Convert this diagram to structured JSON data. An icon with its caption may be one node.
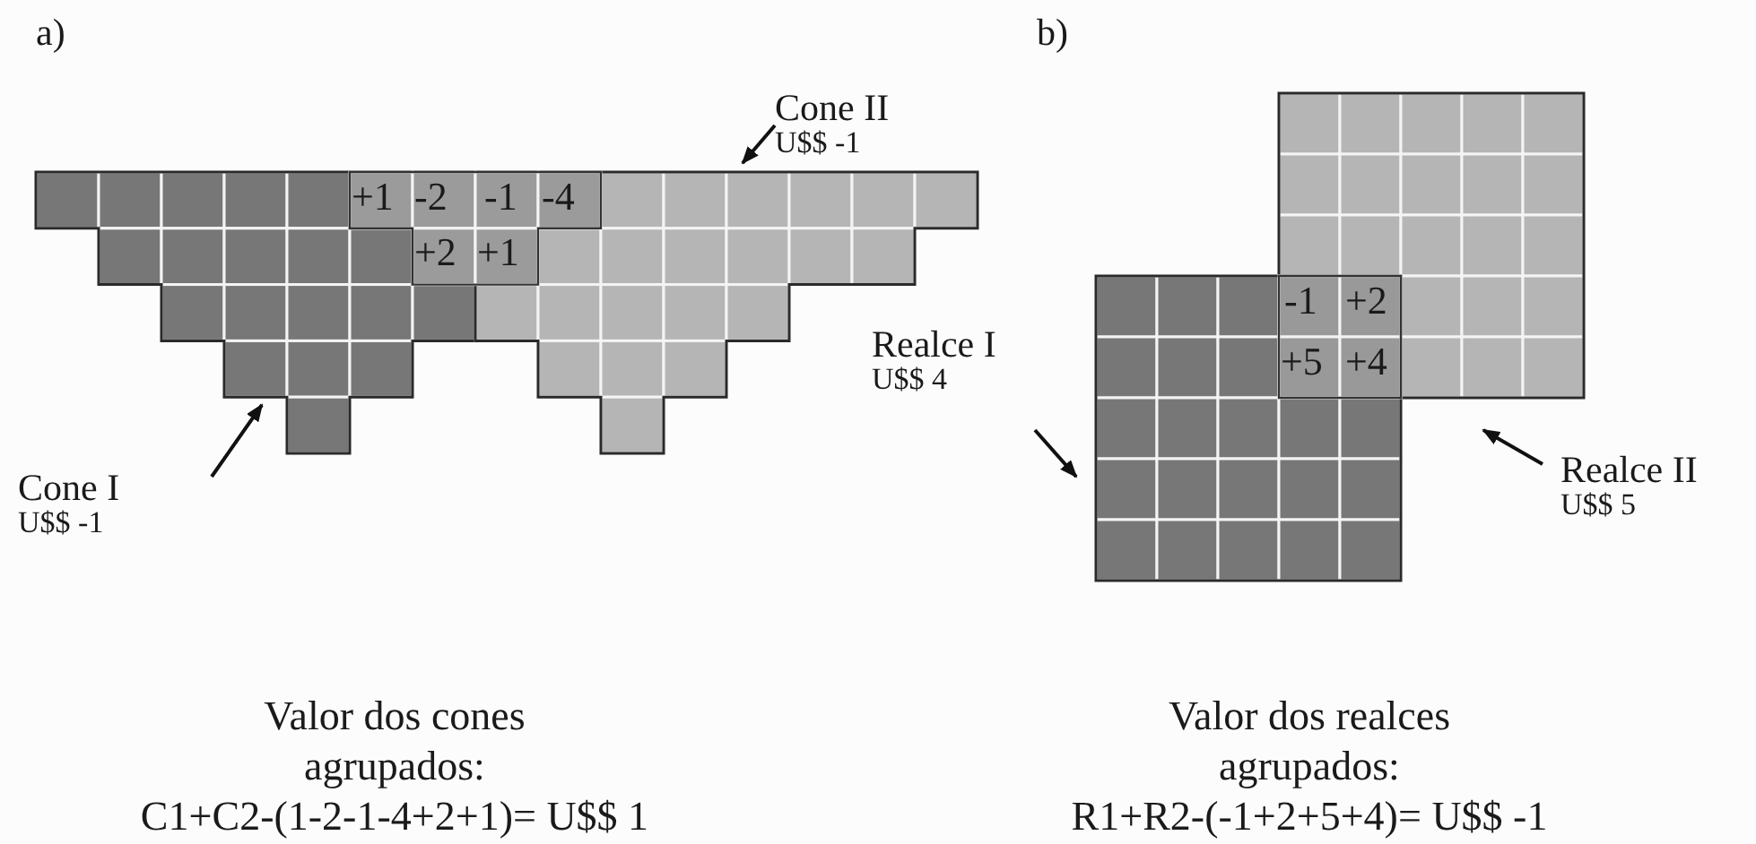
{
  "diagram": {
    "nodes": [
      {
        "text": [
          "Cone II",
          "U$$ -1"
        ]
      },
      {
        "text": [],
        "shape": "grid"
      },
      {
        "text": [],
        "shape": "grid"
      },
      {
        "text": [
          "Cone I",
          "U$$ -1"
        ]
      },
      {
        "text": [],
        "shape": "grid"
      },
      {
        "text": [],
        "shape": "grid"
      },
      {
        "text": [
          "Realce I",
          "U$$ 4"
        ]
      },
      {
        "text": [
          "Realce II",
          "U$$ 5"
        ]
      }
    ],
    "edges": [
      {
        "from": 3,
        "to": 1,
        "arrow": "to"
      },
      {
        "from": 0,
        "to": 2,
        "arrow": "to"
      },
      {
        "from": 6,
        "to": 5,
        "arrow": "to"
      },
      {
        "from": 7,
        "to": 4,
        "arrow": "to"
      }
    ],
    "labels": [
      "a)",
      "b)",
      "+1",
      "-2",
      "-1",
      "-4",
      "+2",
      "+1",
      "-1",
      "+2",
      "+5",
      "+4",
      "Valor dos cones agrupados:",
      "C1+C2-(1-2-1-4+2+1)= U$$ 1",
      "Valor dos realces agrupados:",
      "R1+R2-(-1+2+5+4)= U$$ -1"
    ]
  }
}
